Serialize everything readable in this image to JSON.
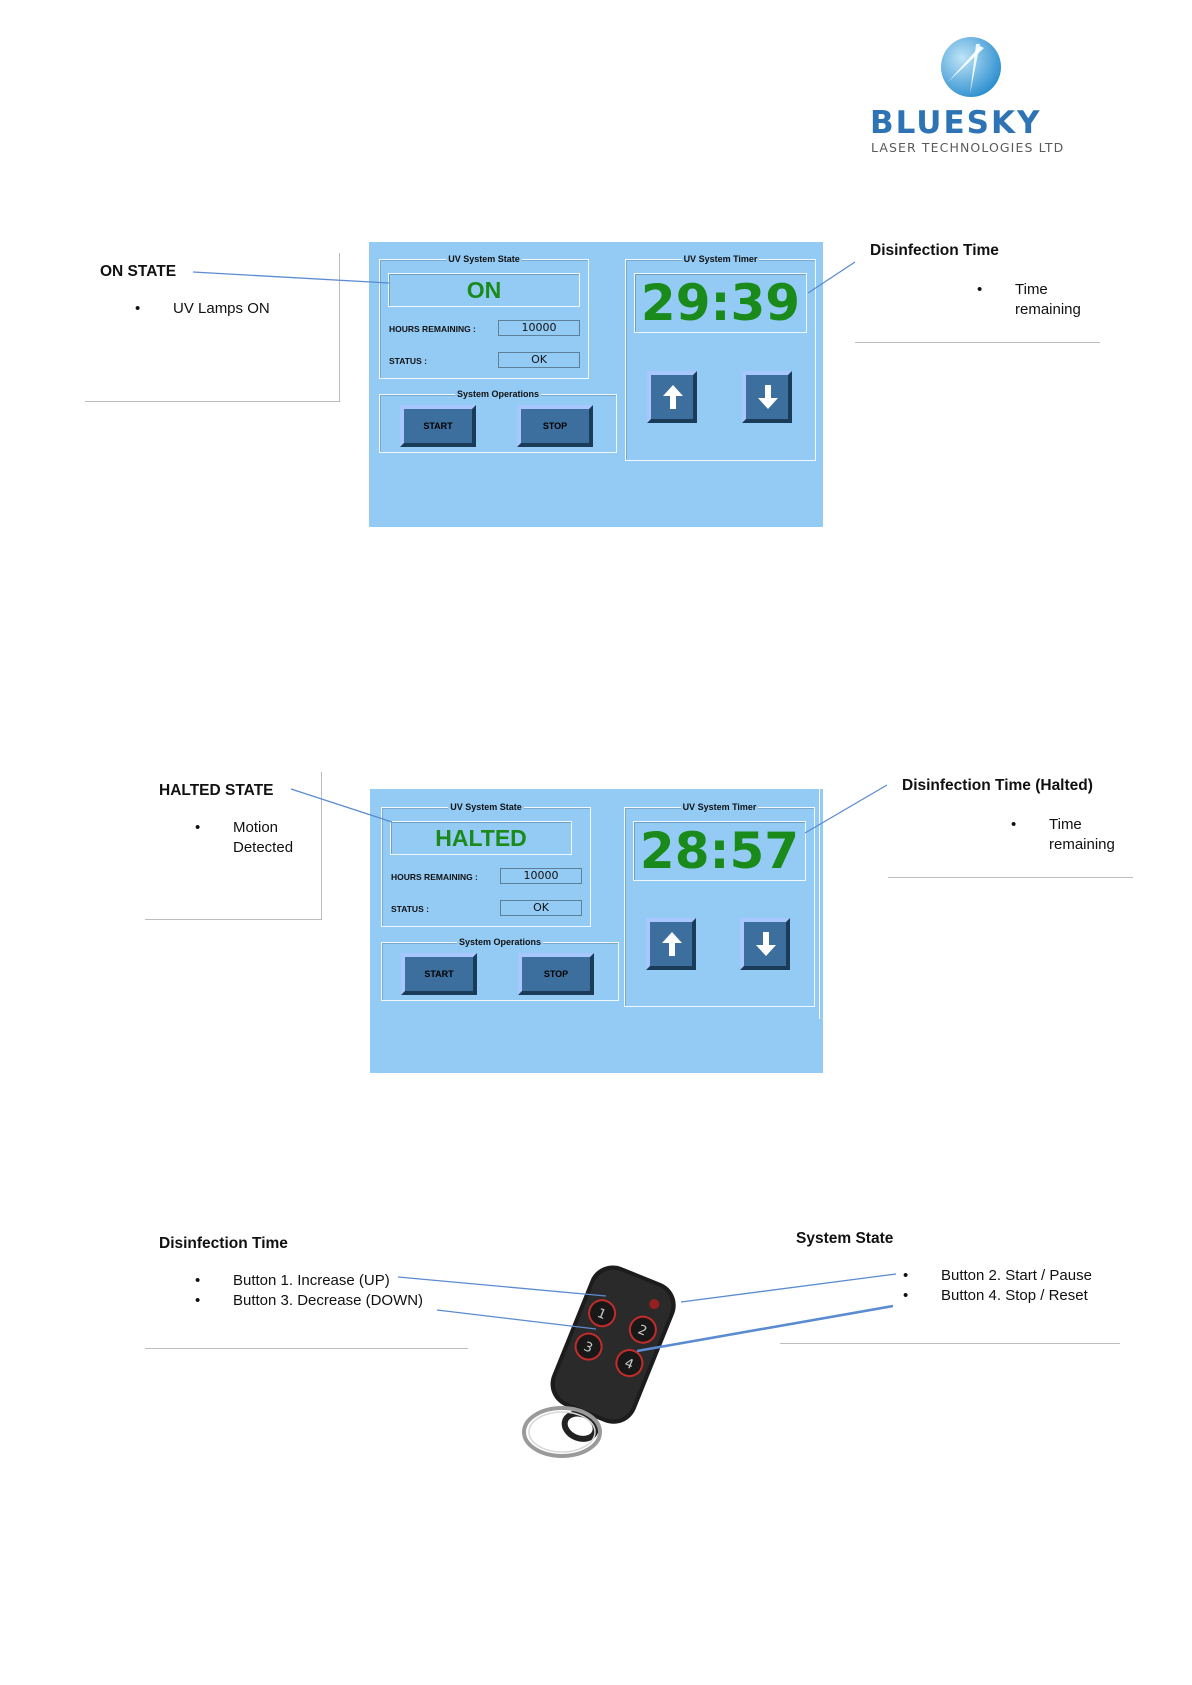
{
  "logo": {
    "word": "BLUESKY",
    "sub": "LASER TECHNOLOGIES LTD"
  },
  "section1": {
    "left_callout": {
      "title": "ON STATE",
      "bullets": [
        "UV Lamps ON"
      ]
    },
    "right_callout": {
      "title": "Disinfection Time",
      "bullets": [
        "Time\nremaining"
      ]
    },
    "panel": {
      "state_group_title": "UV System State",
      "state_value": "ON",
      "hours_label": "HOURS REMAINING :",
      "hours_value": "10000",
      "status_label": "STATUS :",
      "status_value": "OK",
      "ops_group_title": "System Operations",
      "start_label": "START",
      "stop_label": "STOP",
      "timer_group_title": "UV System Timer",
      "timer_value": "29:39"
    }
  },
  "section2": {
    "left_callout": {
      "title": "HALTED STATE",
      "bullets": [
        "Motion\nDetected"
      ]
    },
    "right_callout": {
      "title": "Disinfection Time (Halted)",
      "bullets": [
        "Time\nremaining"
      ]
    },
    "panel": {
      "state_group_title": "UV System State",
      "state_value": "HALTED",
      "hours_label": "HOURS REMAINING :",
      "hours_value": "10000",
      "status_label": "STATUS :",
      "status_value": "OK",
      "ops_group_title": "System Operations",
      "start_label": "START",
      "stop_label": "STOP",
      "timer_group_title": "UV System Timer",
      "timer_value": "28:57"
    }
  },
  "section3": {
    "left_callout": {
      "title": "Disinfection Time",
      "bullets": [
        "Button 1. Increase (UP)",
        "Button 3. Decrease (DOWN)"
      ]
    },
    "right_callout": {
      "title": "System State",
      "bullets": [
        "Button 2. Start / Pause",
        "Button 4.  Stop / Reset"
      ]
    },
    "remote_buttons": [
      "1",
      "2",
      "3",
      "4"
    ]
  },
  "colors": {
    "panel_bg": "#93cbf5",
    "state_green": "#1a8a1a",
    "button_blue": "#3d6f9e",
    "brand_blue": "#2e74b5"
  }
}
